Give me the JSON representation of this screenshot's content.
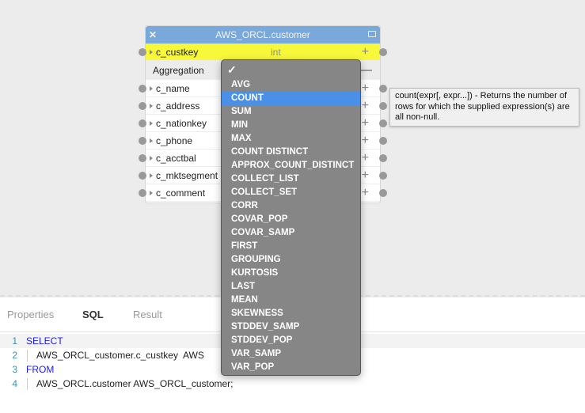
{
  "table": {
    "title": "AWS_ORCL.customer",
    "close_icon": "close-icon",
    "preview_icon": "preview-icon",
    "columns": [
      {
        "name": "c_custkey",
        "type": "int"
      },
      {
        "name": "c_name"
      },
      {
        "name": "c_address"
      },
      {
        "name": "c_nationkey"
      },
      {
        "name": "c_phone"
      },
      {
        "name": "c_acctbal"
      },
      {
        "name": "c_mktsegment"
      },
      {
        "name": "c_comment"
      }
    ],
    "aggregation_label": "Aggregation",
    "highlight_color": "#f8f83a"
  },
  "dropdown": {
    "selected": "COUNT",
    "items": [
      "AVG",
      "COUNT",
      "SUM",
      "MIN",
      "MAX",
      "COUNT DISTINCT",
      "APPROX_COUNT_DISTINCT",
      "COLLECT_LIST",
      "COLLECT_SET",
      "CORR",
      "COVAR_POP",
      "COVAR_SAMP",
      "FIRST",
      "GROUPING",
      "KURTOSIS",
      "LAST",
      "MEAN",
      "SKEWNESS",
      "STDDEV_SAMP",
      "STDDEV_POP",
      "VAR_SAMP",
      "VAR_POP"
    ]
  },
  "tooltip": "count(expr[, expr...]) - Returns the number of rows for which the supplied expression(s) are all non-null.",
  "tabs": [
    "Properties",
    "SQL",
    "Result"
  ],
  "active_tab": "SQL",
  "sql": [
    {
      "n": "1",
      "text": "SELECT"
    },
    {
      "n": "2",
      "text": "AWS_ORCL_customer.c_custkey  AWS"
    },
    {
      "n": "3",
      "text": "FROM"
    },
    {
      "n": "4",
      "text": "AWS_ORCL.customer AWS_ORCL_customer;"
    }
  ]
}
